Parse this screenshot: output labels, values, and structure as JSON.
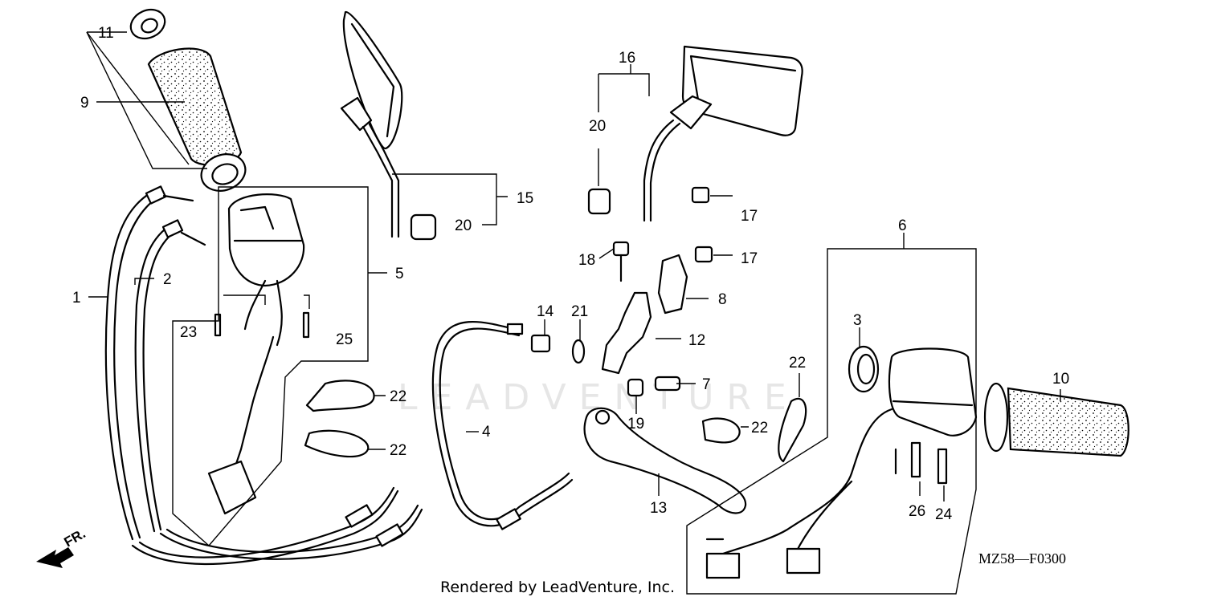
{
  "diagram": {
    "watermark": "LEADVENTURE",
    "diagram_code": "MZ58—F0300",
    "credit": "Rendered by LeadVenture, Inc.",
    "front_marker": "FR.",
    "callouts": {
      "c1": "1",
      "c2": "2",
      "c3": "3",
      "c4": "4",
      "c5": "5",
      "c6": "6",
      "c7": "7",
      "c8": "8",
      "c9": "9",
      "c10": "10",
      "c11": "11",
      "c12": "12",
      "c13": "13",
      "c14": "14",
      "c15": "15",
      "c16": "16",
      "c17a": "17",
      "c17b": "17",
      "c18": "18",
      "c19": "19",
      "c20a": "20",
      "c20b": "20",
      "c21": "21",
      "c22a": "22",
      "c22b": "22",
      "c22c": "22",
      "c22d": "22",
      "c23": "23",
      "c24": "24",
      "c25": "25",
      "c26": "26"
    }
  }
}
